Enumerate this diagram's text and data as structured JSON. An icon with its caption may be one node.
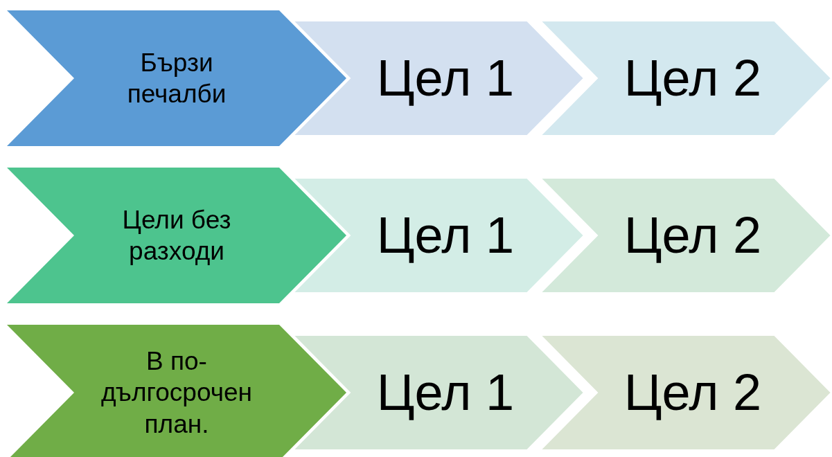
{
  "diagram": {
    "nodes": [
      {
        "text": [
          "Бързи печалби"
        ]
      },
      {
        "text": [
          "Цел 1"
        ]
      },
      {
        "text": [
          "Цел 2"
        ]
      },
      {
        "text": [
          "Цели без разходи"
        ]
      },
      {
        "text": [
          "Цел 1"
        ]
      },
      {
        "text": [
          "Цел 2"
        ]
      },
      {
        "text": [
          "В по-дългосрочен план."
        ]
      },
      {
        "text": [
          "Цел 1"
        ]
      },
      {
        "text": [
          "Цел 2"
        ]
      }
    ]
  }
}
